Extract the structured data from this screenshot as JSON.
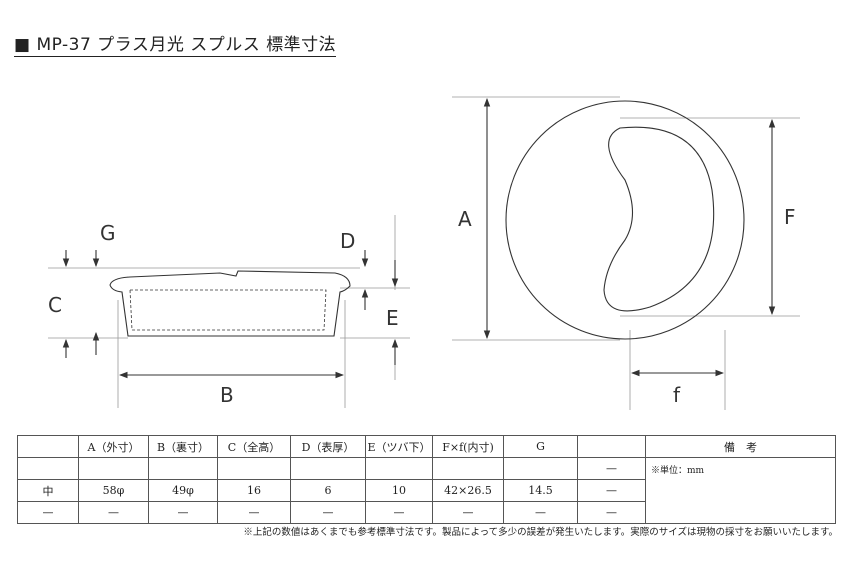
{
  "title": "■ MP-37 プラス月光 スプルス 標準寸法",
  "diagram": {
    "labels": {
      "A": "A",
      "B": "B",
      "C": "C",
      "D": "D",
      "E": "E",
      "F": "F",
      "f": "f",
      "G": "G"
    }
  },
  "table": {
    "headers": [
      "",
      "A（外寸）",
      "B（裏寸）",
      "C（全高）",
      "D（表厚）",
      "E（ツバ下）",
      "F×f(内寸)",
      "G",
      "",
      "備　考"
    ],
    "rows": [
      [
        "",
        "",
        "",
        "",
        "",
        "",
        "",
        "",
        "—"
      ],
      [
        "中",
        "58φ",
        "49φ",
        "16",
        "6",
        "10",
        "42×26.5",
        "14.5",
        "—"
      ],
      [
        "—",
        "—",
        "—",
        "—",
        "—",
        "—",
        "—",
        "—",
        "—"
      ]
    ],
    "remarks": "※単位：mm"
  },
  "note": "※上記の数値はあくまでも参考標準寸法です。製品によって多少の誤差が発生いたします。実際のサイズは現物の採寸をお願いいたします。"
}
